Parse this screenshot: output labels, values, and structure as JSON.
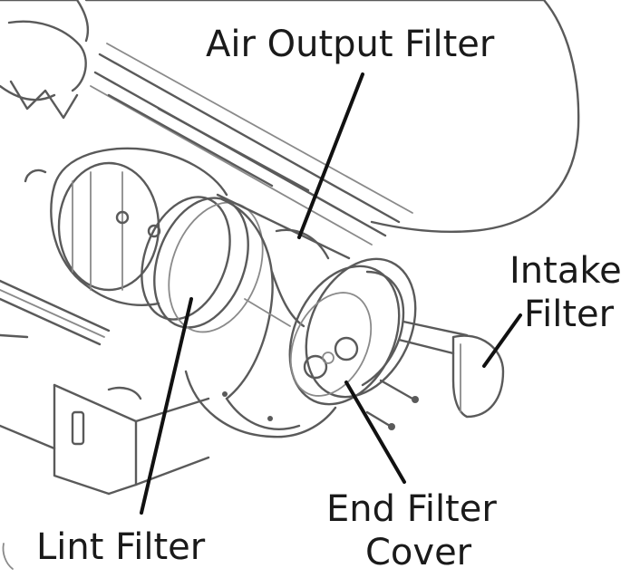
{
  "labels": {
    "air_output_filter": "Air Output Filter",
    "intake_filter_line1": "Intake",
    "intake_filter_line2": "Filter",
    "end_filter_cover_line1": "End Filter",
    "end_filter_cover_line2": "Cover",
    "lint_filter": "Lint Filter"
  }
}
